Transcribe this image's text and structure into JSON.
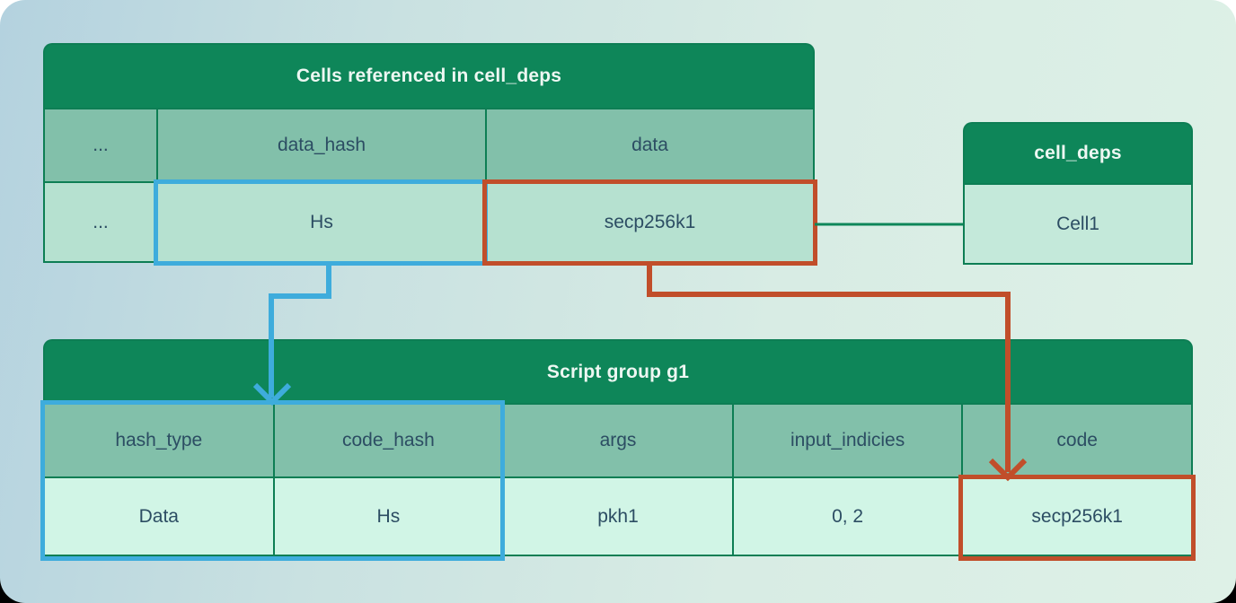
{
  "colors": {
    "header_green": "#0e8659",
    "border_green": "#0d7e54",
    "highlight_blue": "#3eacdc",
    "highlight_red": "#c14e2a",
    "connector_green": "#0e8659",
    "text_dark": "#2c4d63",
    "text_on_green": "#edf7f2"
  },
  "cells_referenced": {
    "title": "Cells referenced in cell_deps",
    "columns": [
      "...",
      "data_hash",
      "data"
    ],
    "values": [
      "...",
      "Hs",
      "secp256k1"
    ]
  },
  "cell_deps": {
    "title": "cell_deps",
    "values": [
      "Cell1"
    ]
  },
  "script_group": {
    "title": "Script group g1",
    "columns": [
      "hash_type",
      "code_hash",
      "args",
      "input_indicies",
      "code"
    ],
    "values": [
      "Data",
      "Hs",
      "pkh1",
      "0, 2",
      "secp256k1"
    ]
  },
  "icons": {
    "blue_arrowhead": "chevron-down",
    "red_arrowhead": "chevron-down"
  }
}
